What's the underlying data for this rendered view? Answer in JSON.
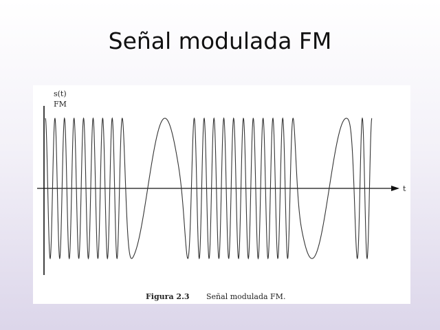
{
  "slide": {
    "title": "Señal modulada FM"
  },
  "figure": {
    "y_label_line1": "s(t)",
    "y_label_line2": "FM",
    "x_label": "t",
    "caption_bold": "Figura 2.3",
    "caption_text": "Señal modulada FM."
  },
  "colors": {
    "waveform": "#333333",
    "axes": "#111111"
  }
}
